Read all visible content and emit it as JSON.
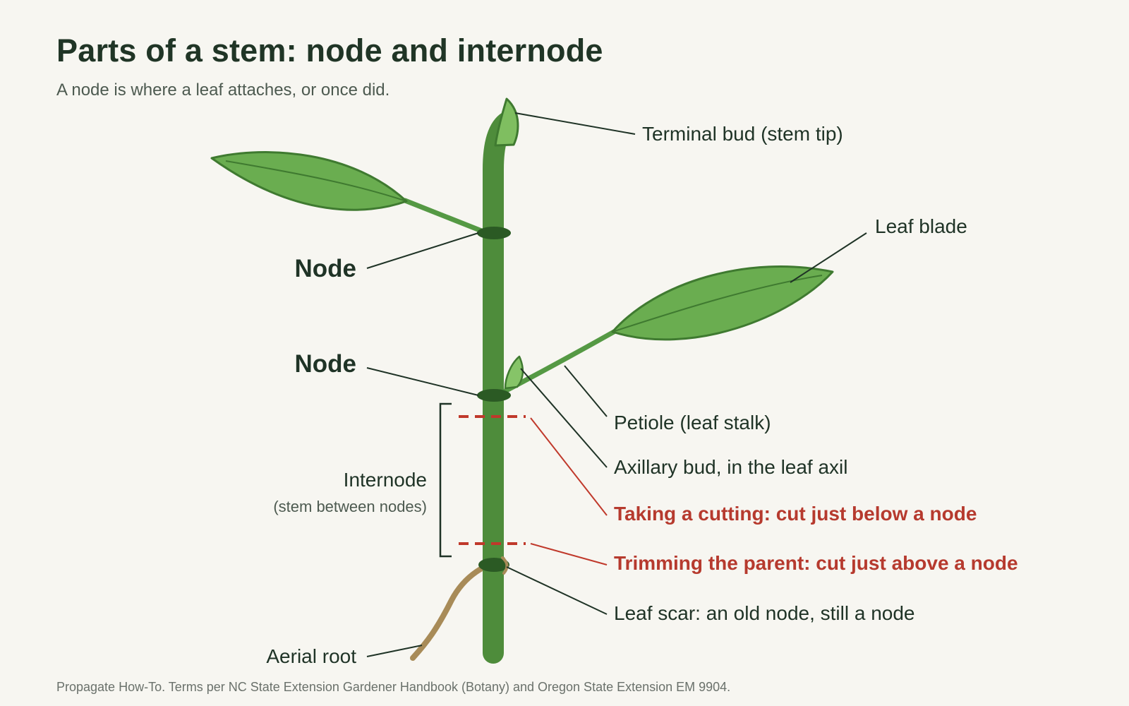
{
  "title": "Parts of a stem: node and internode",
  "subtitle": "A node is where a leaf attaches, or once did.",
  "source": "Propagate How-To. Terms per NC State Extension Gardener Handbook (Botany) and Oregon State Extension EM 9904.",
  "labels": {
    "terminal_bud": "Terminal bud (stem tip)",
    "leaf_blade": "Leaf blade",
    "node_upper": "Node",
    "node_lower": "Node",
    "petiole": "Petiole (leaf stalk)",
    "axillary_bud": "Axillary bud, in the leaf axil",
    "cutting": "Taking a cutting: cut just below a node",
    "trimming": "Trimming the parent: cut just above a node",
    "leaf_scar": "Leaf scar: an old node, still a node",
    "internode": "Internode",
    "internode_note": "(stem between nodes)",
    "aerial_root": "Aerial root"
  },
  "colors": {
    "stem": "#4e8c3b",
    "leaf_fill": "#6aad50",
    "leaf_stroke": "#3f7a30",
    "node": "#2b5a24",
    "cut_line": "#c0392b",
    "root": "#a88b58",
    "text": "#1f3326",
    "background": "#f7f6f1"
  }
}
